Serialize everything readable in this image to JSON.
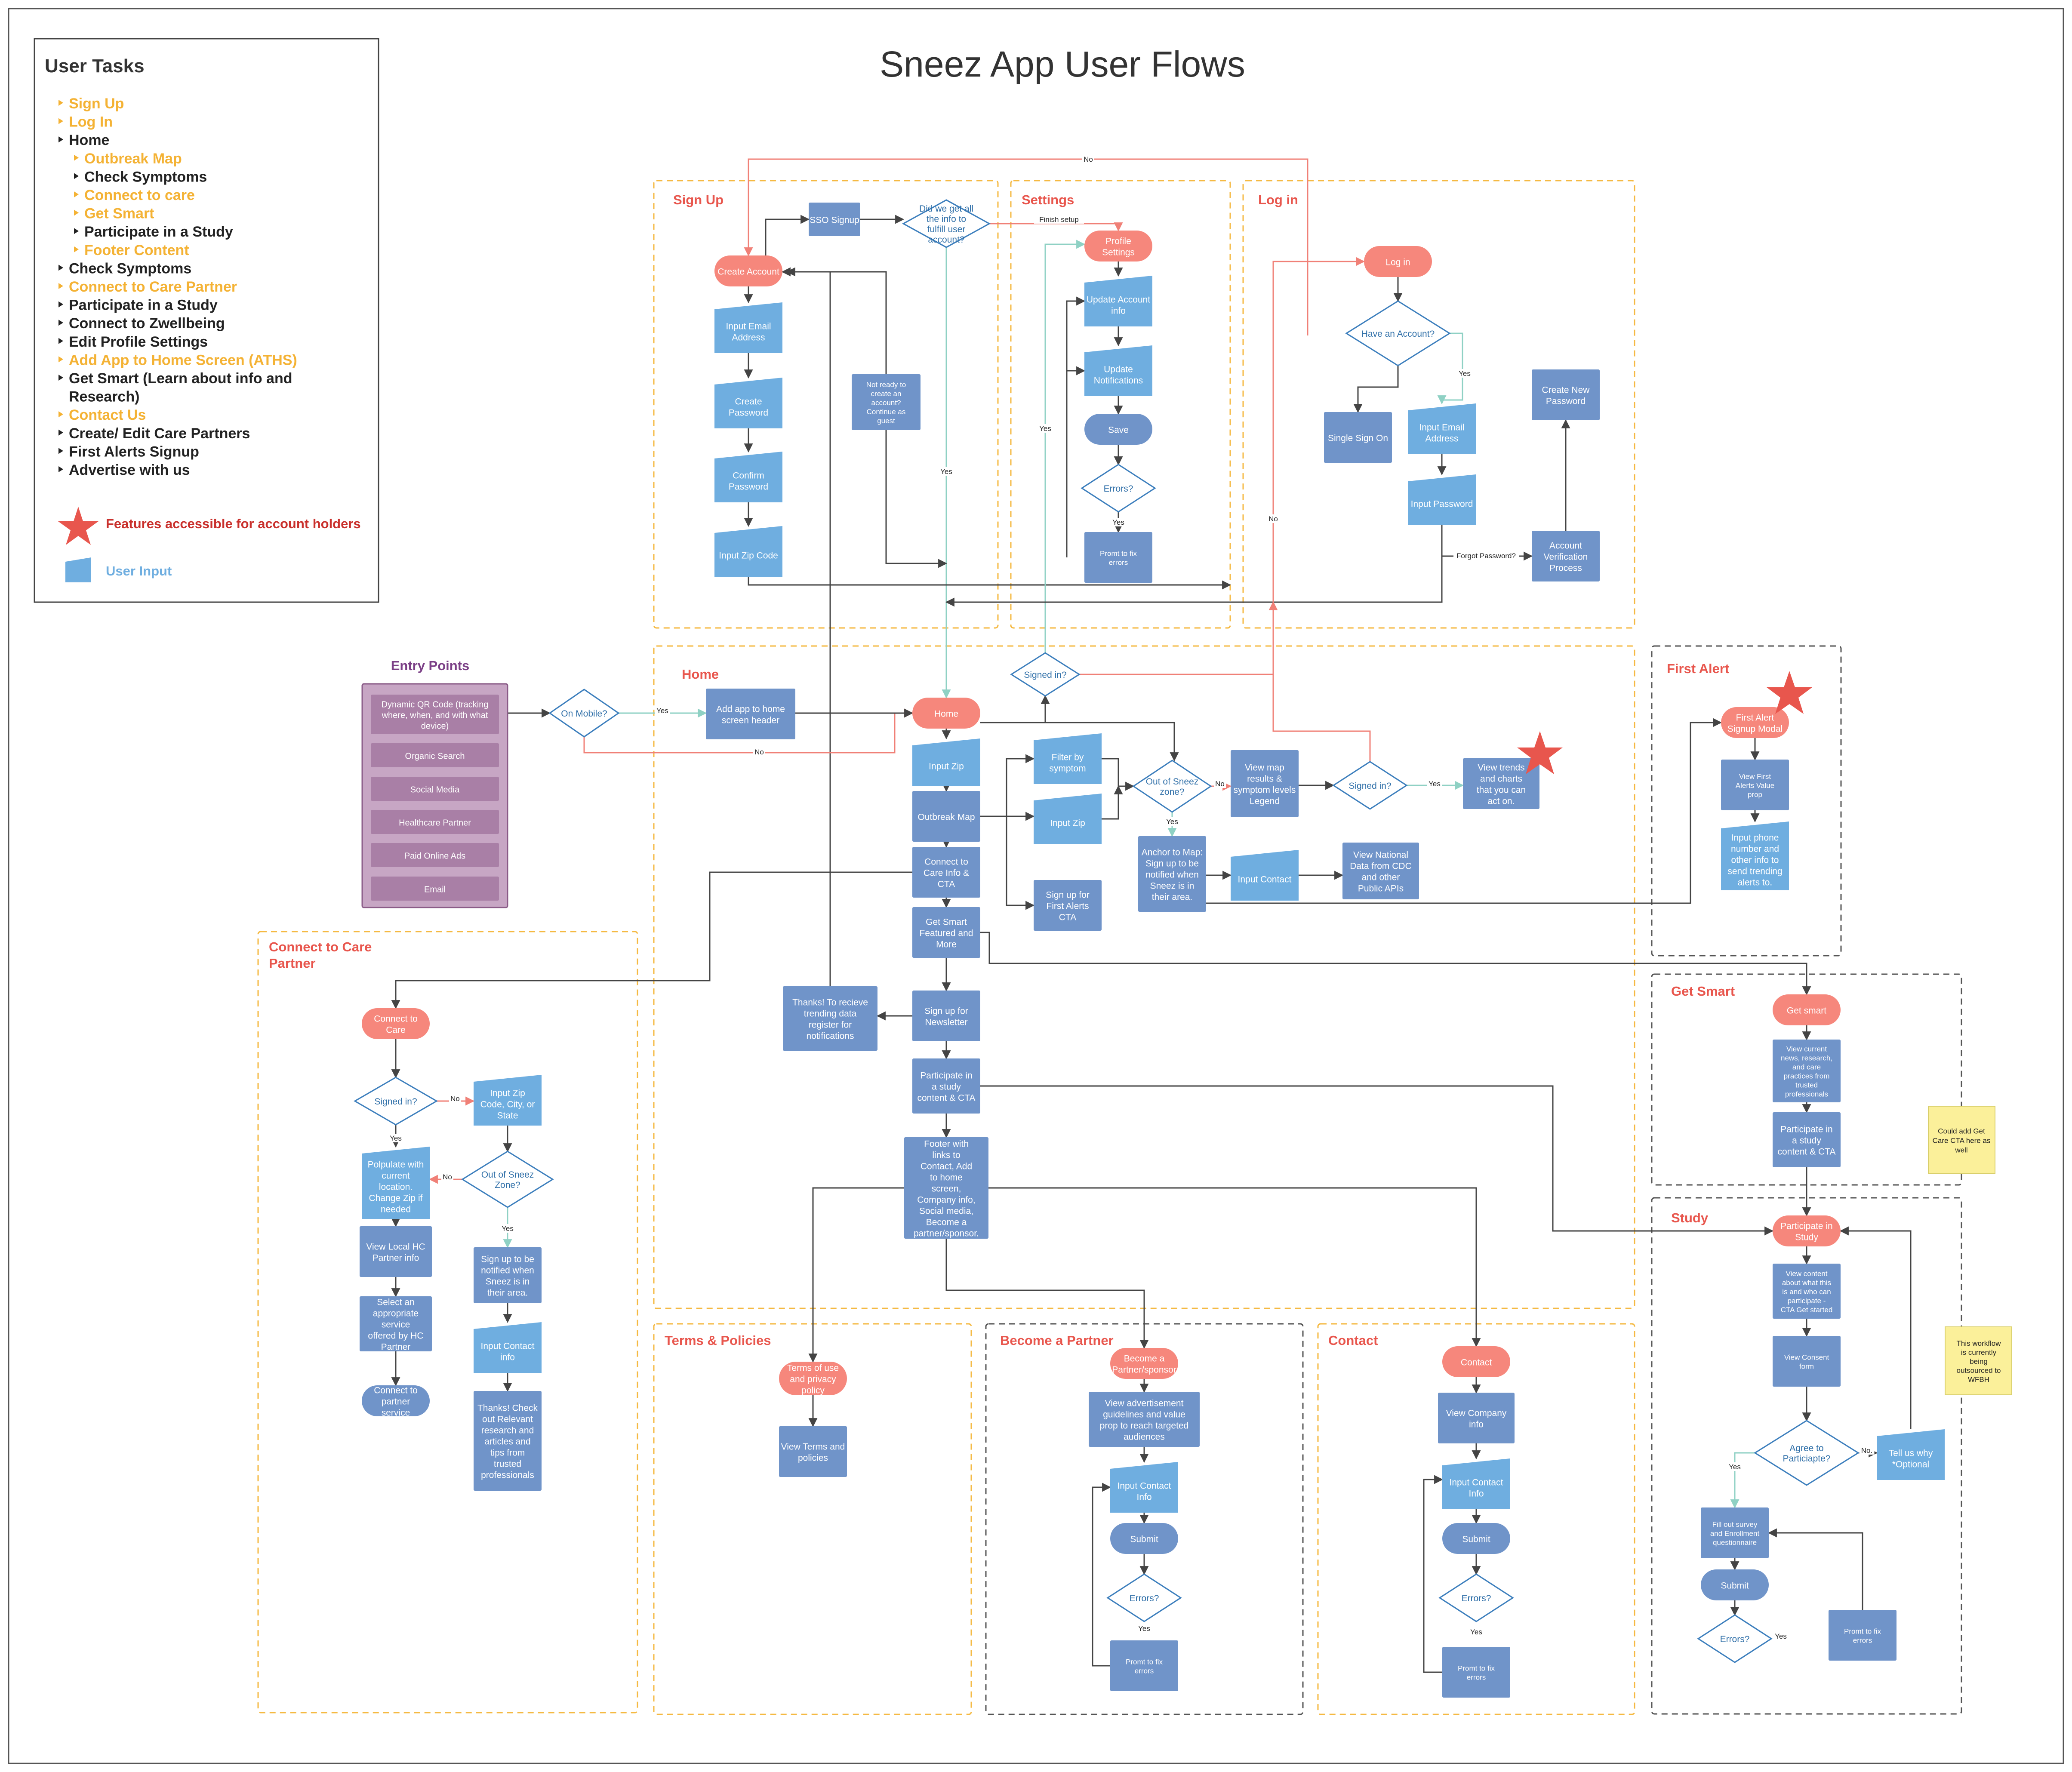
{
  "title": "Sneez App User Flows",
  "user_tasks": {
    "heading": "User Tasks",
    "items": [
      {
        "text": "Sign Up",
        "color": "#f4b234",
        "indent": 0
      },
      {
        "text": "Log In",
        "color": "#f4b234",
        "indent": 0
      },
      {
        "text": "Home",
        "color": "#222222",
        "indent": 0
      },
      {
        "text": "Outbreak Map",
        "color": "#f4b234",
        "indent": 1
      },
      {
        "text": "Check Symptoms",
        "color": "#222222",
        "indent": 1
      },
      {
        "text": "Connect to care",
        "color": "#f4b234",
        "indent": 1
      },
      {
        "text": "Get Smart",
        "color": "#f4b234",
        "indent": 1
      },
      {
        "text": "Participate in a Study",
        "color": "#222222",
        "indent": 1
      },
      {
        "text": "Footer Content",
        "color": "#f4b234",
        "indent": 1
      },
      {
        "text": "Check Symptoms",
        "color": "#222222",
        "indent": 0
      },
      {
        "text": "Connect to Care Partner",
        "color": "#f4b234",
        "indent": 0
      },
      {
        "text": "Participate in a Study",
        "color": "#222222",
        "indent": 0
      },
      {
        "text": "Connect to Zwellbeing",
        "color": "#222222",
        "indent": 0
      },
      {
        "text": "Edit Profile Settings",
        "color": "#222222",
        "indent": 0
      },
      {
        "text": "Add App to Home Screen (ATHS)",
        "color": "#f4b234",
        "indent": 0
      },
      {
        "text": "Get Smart (Learn about info and",
        "color": "#222222",
        "indent": 0
      },
      {
        "text": "Research)",
        "color": "#222222",
        "indent": 0,
        "continuation": true
      },
      {
        "text": " Contact Us",
        "color": "#f4b234",
        "indent": 0
      },
      {
        "text": "Create/ Edit Care Partners",
        "color": "#222222",
        "indent": 0
      },
      {
        "text": "First Alerts Signup",
        "color": "#222222",
        "indent": 0
      },
      {
        "text": "Advertise with us",
        "color": "#222222",
        "indent": 0
      }
    ],
    "legend_star": "Features accessible for account holders",
    "legend_input": "User Input"
  },
  "colors": {
    "process": "#7094c9",
    "input": "#6faee0",
    "terminal": "#f6877c",
    "entry_panel": "#c7a6c4",
    "entry_item": "#a97fa6",
    "zone": "#f5b942",
    "star": "#e8564d",
    "sticky": "#fbf09a"
  },
  "zones": {
    "sign_up": "Sign Up",
    "settings": "Settings",
    "log_in": "Log in",
    "entry_points": "Entry Points",
    "home": "Home",
    "first_alert": "First Alert",
    "connect_care_partner": "Connect to Care Partner",
    "get_smart": "Get Smart",
    "study": "Study",
    "terms": "Terms & Policies",
    "become_partner": "Become a Partner",
    "contact": "Contact"
  },
  "entry_points": [
    "Dynamic QR Code (tracking where, when, and with what device)",
    "Organic Search",
    "Social Media",
    "Healthcare Partner",
    "Paid Online Ads",
    "Email"
  ],
  "nodes": {
    "su_create": "Create Account",
    "su_email": "Input Email Address",
    "su_password": "Create Password",
    "su_confirm": "Confirm Password",
    "su_zip": "Input Zip Code",
    "su_sso": "SSO Signup",
    "su_did": "Did we get all the info to fulfill user account?",
    "su_guest": "Not ready to create an account? Continue as guest",
    "st_profile": "Profile Settings",
    "st_account": "Update Account info",
    "st_notif": "Update Notifications",
    "st_save": "Save",
    "st_errors": "Errors?",
    "st_prompt": "Promt to fix errors",
    "li_login": "Log in",
    "li_have": "Have an Account?",
    "li_sso": "Single Sign On",
    "li_email": "Input Email Address",
    "li_password": "Input Password",
    "li_create_pw": "Create New Password",
    "li_verify": "Account Verification Process",
    "ep_mobile": "On Mobile?",
    "hm_add": "Add app to home screen header",
    "hm_home": "Home",
    "hm_signed": "Signed in?",
    "hm_zip": "Input Zip",
    "hm_outbreak": "Outbreak Map",
    "hm_connect": "Connect to Care Info & CTA",
    "hm_getsmart": "Get Smart Featured and More",
    "hm_newsletter": "Sign up for Newsletter",
    "hm_thanks": "Thanks! To recieve trending data register for notifications",
    "hm_study": "Participate in a study content & CTA",
    "hm_footer": "Footer with links to Contact, Add to home screen, Company info, Social media, Become a partner/sponsor.",
    "hm_filter": "Filter by symptom",
    "hm_zip2": "Input Zip",
    "hm_firstcta": "Sign up for First Alerts CTA",
    "hm_outzone": "Out of Sneez zone?",
    "hm_viewmap": "View map results & symptom levels Legend",
    "hm_signed2": "Signed in?",
    "hm_trends": "View trends and charts that you can act on.",
    "hm_anchor": "Anchor to Map: Sign up to be notified when Sneez is in their area.",
    "hm_contact": "Input Contact",
    "hm_national": "View National Data from CDC and other Public APIs",
    "fa_modal": "First Alert Signup Modal",
    "fa_value": "View First Alerts Value prop",
    "fa_phone": "Input phone number and other info to send trending alerts to.",
    "cc_connect": "Connect to Care",
    "cc_signed": "Signed in?",
    "cc_zip": "Input Zip Code, City, or State",
    "cc_populate": "Polpulate with current location. Change Zip if needed",
    "cc_outzone": "Out of Sneez Zone?",
    "cc_local": "View Local HC Partner info",
    "cc_notify": "Sign up to be notified when Sneez is in their area.",
    "cc_select": "Select an appropriate service offered by HC Partner",
    "cc_contact": "Input Contact info",
    "cc_partner": "Connect to partner service",
    "cc_thanks": "Thanks! Check out Relevant research and articles and tips from trusted professionals",
    "gs_get": "Get smart",
    "gs_view": "View current news, research, and care practices from trusted professionals",
    "gs_study": "Participate in a study content & CTA",
    "gs_note": "Could add Get Care CTA here as well",
    "sy_part": "Participate in Study",
    "sy_view": "View content about what this is and who can participate - CTA Get started",
    "sy_consent": "View Consent form",
    "sy_agree": "Agree to Particiapte?",
    "sy_tell": "Tell us why *Optional",
    "sy_fill": "Fill out survey and Enrollment questionnaire",
    "sy_submit": "Submit",
    "sy_errors": "Errors?",
    "sy_prompt": "Promt to fix errors",
    "sy_note": "This workflow is currently being outsourced to WFBH",
    "tp_terms": "Terms of use and privacy policy",
    "tp_view": "View Terms and policies",
    "bp_become": "Become a Partner/sponsor",
    "bp_view": "View advertisement guidelines and value prop to reach targeted audiences",
    "bp_input": "Input Contact Info",
    "bp_submit": "Submit",
    "bp_errors": "Errors?",
    "bp_prompt": "Promt to fix errors",
    "ct_contact": "Contact",
    "ct_view": "View Company info",
    "ct_input": "Input Contact Info",
    "ct_submit": "Submit",
    "ct_errors": "Errors?",
    "ct_prompt": "Promt to fix errors"
  },
  "edge_labels": {
    "no_top": "No",
    "finish_setup": "Finish setup",
    "yes_signup": "Yes",
    "yes_settings": "Yes",
    "yes_errors_st": "Yes",
    "yes_login": "Yes",
    "no_login": "No",
    "forgot_pw": "Forgot Password?",
    "yes_mobile": "Yes",
    "no_mobile": "No",
    "no_outzone": "No",
    "yes_outzone": "Yes",
    "yes_signed2": "Yes",
    "yes_cc_signed": "Yes",
    "no_cc_signed": "No",
    "no_cc_outzone": "No",
    "yes_cc_outzone": "Yes",
    "yes_agree": "Yes",
    "no_agree": "No.",
    "yes_sy_errors": "Yes",
    "yes_bp_errors": "Yes",
    "yes_ct_errors": "Yes"
  }
}
